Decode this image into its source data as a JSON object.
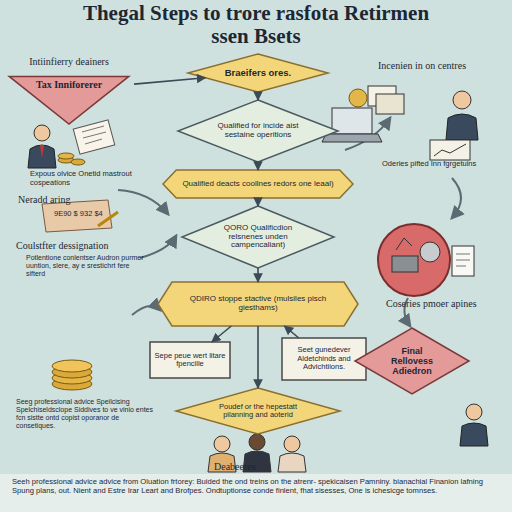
{
  "diagram": {
    "title": "Thegal Steps to trore rasfota Retirmen ssen Bsets",
    "caption": "Seeh professional advice advice from Oluation frtorey: Buided the ond treins on the atrenr- spekicaisen Pamniny. bianachial Finanion lafning Spung plans, out. Nient and Estre Irar Leart and Brofpes. Ondtuptionse conde finlent, fhat sisesses, One is ichesicge tomnses.",
    "nodes": [
      {
        "text": [
          "Intiinfierry deainers",
          "Tax Inniforerer"
        ]
      },
      {
        "text": [
          "Braeifers ores."
        ]
      },
      {
        "text": [
          "Qualified for incide aist sestaine operitions"
        ]
      },
      {
        "text": [
          "Qualified deacts coollnes redors one leaal)"
        ]
      },
      {
        "text": [
          "QORO Qualificdion relsnenes unden campencaliant)"
        ]
      },
      {
        "text": [
          "QDIRO stoppe stactive (mulsiles pisch giesthams)"
        ]
      },
      {
        "text": [
          "Sepe peue wert litare fpencille"
        ]
      },
      {
        "text": [
          "Seet gunedever Aldetchinds and Advichtiions."
        ]
      },
      {
        "text": [
          "Poudef or the hepestatt pilanning and aoterid"
        ]
      },
      {
        "text": [
          "Final Rellovess Adiedron"
        ]
      }
    ],
    "edges": [
      {
        "from": 0,
        "to": 1,
        "arrow": "to"
      },
      {
        "from": 1,
        "to": 2,
        "arrow": "to"
      },
      {
        "from": 2,
        "to": 3,
        "arrow": "to"
      },
      {
        "from": 3,
        "to": 4,
        "arrow": "to"
      },
      {
        "from": 4,
        "to": 5,
        "arrow": "to"
      },
      {
        "from": 5,
        "to": 6,
        "arrow": "to"
      },
      {
        "from": 7,
        "to": 5,
        "arrow": "to"
      },
      {
        "from": 5,
        "to": 8,
        "arrow": "to"
      }
    ],
    "labels": [
      "Incenien in on centres",
      "Expous olvice Onetid mastrout cospeations",
      "Neradd aring",
      "9E90 $ 932 $4",
      "Coulstfter dessignation",
      "Potlentione conlentser Audron purmer uuntion, slere, ay e srestichrt fere sifterd",
      "Oderies pifted Inn fgrgetuins",
      "Coseries pmoer apines",
      "Seeg professional advice Speilcising Spelchiseldsclope Siddives to ve vinio entes fcn sistte ontd copist oporanor de consetiques.",
      "Deabeeres"
    ]
  }
}
